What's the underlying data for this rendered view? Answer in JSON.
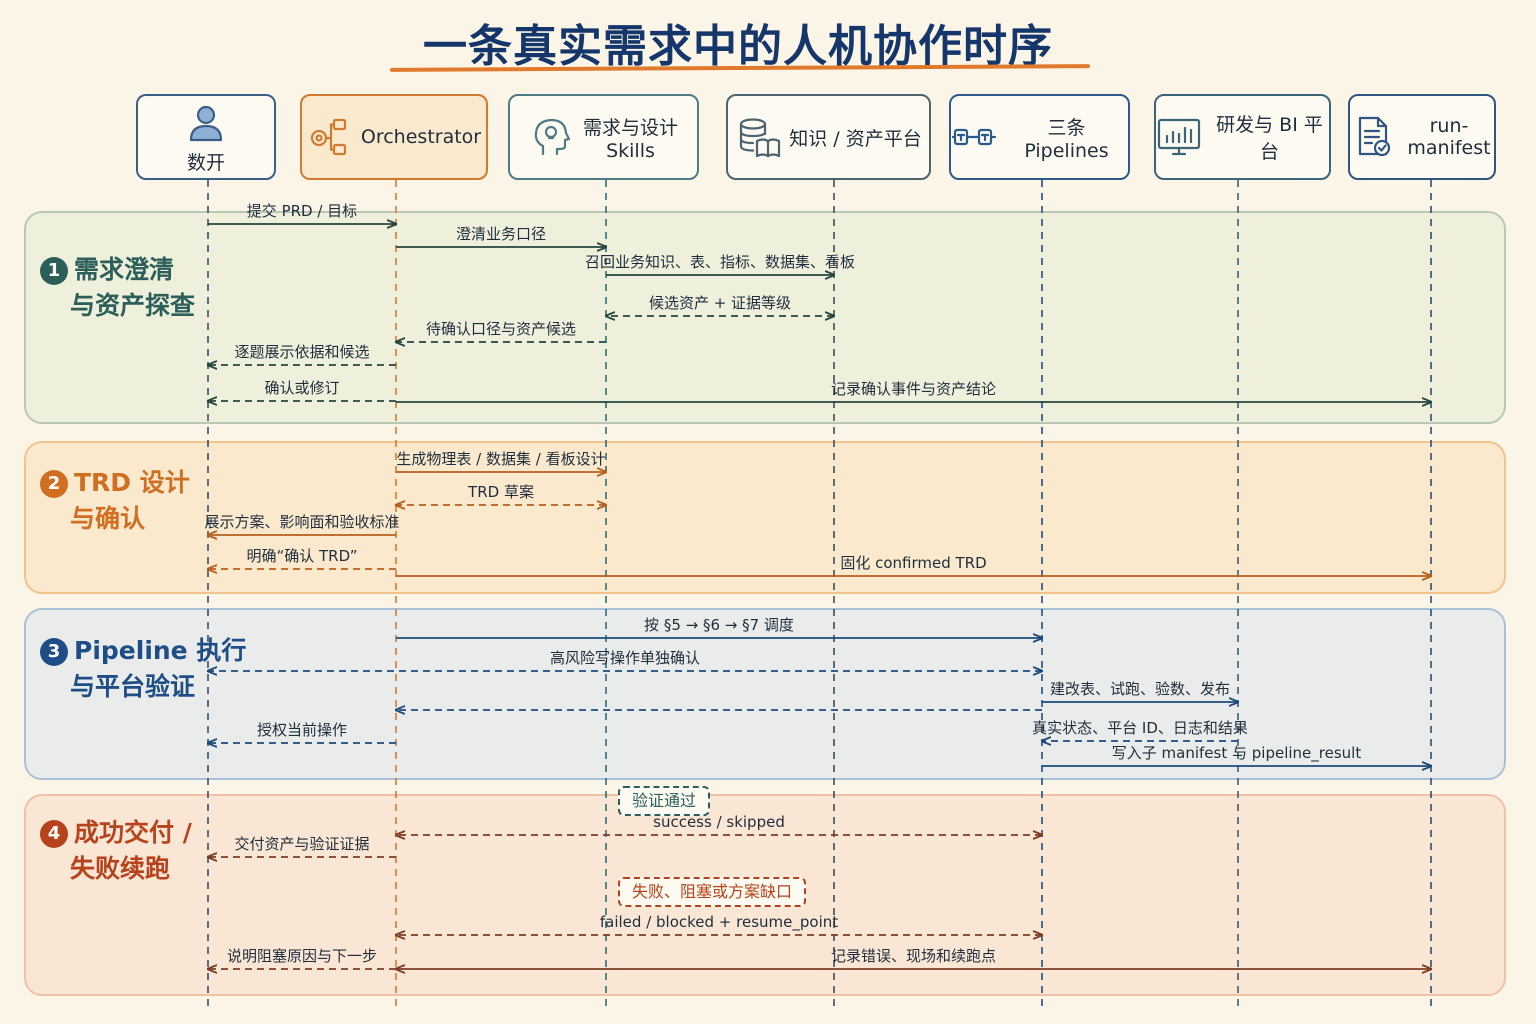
{
  "title": "一条真实需求中的人机协作时序",
  "actors": [
    {
      "name": "数开",
      "icon": "user-icon"
    },
    {
      "name": "Orchestrator",
      "icon": "workflow-gear-icon"
    },
    {
      "name": "需求与设计 Skills",
      "icon": "head-lightbulb-icon"
    },
    {
      "name": "知识 / 资产平台",
      "icon": "database-book-icon"
    },
    {
      "name": "三条 Pipelines",
      "icon": "pipeline-icon"
    },
    {
      "name": "研发与 BI 平台",
      "icon": "monitor-chart-icon"
    },
    {
      "name": "run-manifest",
      "icon": "document-check-icon"
    }
  ],
  "phases": [
    {
      "num": "1",
      "title": "需求澄清\n与资产探查",
      "color": "#2c5f5a",
      "bg": "#eef0dc",
      "border": "#b9c7b4"
    },
    {
      "num": "2",
      "title": "TRD 设计\n与确认",
      "color": "#d06e22",
      "bg": "#fbe9cd",
      "border": "#f0c48b"
    },
    {
      "num": "3",
      "title": "Pipeline 执行\n与平台验证",
      "color": "#1f4e86",
      "bg": "#e9ecea",
      "border": "#a9c1d8"
    },
    {
      "num": "4",
      "title": "成功交付 /\n失败续跑",
      "color": "#b6431c",
      "bg": "#fae6d4",
      "border": "#efc1a6"
    }
  ],
  "messages": [
    {
      "label": "提交 PRD / 目标",
      "from": 0,
      "to": 1,
      "style": "solid"
    },
    {
      "label": "澄清业务口径",
      "from": 1,
      "to": 2,
      "style": "solid"
    },
    {
      "label": "召回业务知识、表、指标、数据集、看板",
      "from": 2,
      "to": 3,
      "style": "solid"
    },
    {
      "label": "候选资产 + 证据等级",
      "from": 3,
      "to": 2,
      "style": "dashed",
      "both": true
    },
    {
      "label": "待确认口径与资产候选",
      "from": 2,
      "to": 1,
      "style": "dashed"
    },
    {
      "label": "逐题展示依据和候选",
      "from": 1,
      "to": 0,
      "style": "dashed"
    },
    {
      "label": "确认或修订",
      "from": 1,
      "to": 0,
      "style": "dashed"
    },
    {
      "label": "记录确认事件与资产结论",
      "from": 1,
      "to": 6,
      "style": "solid"
    },
    {
      "label": "生成物理表 / 数据集 / 看板设计",
      "from": 1,
      "to": 2,
      "style": "solid"
    },
    {
      "label": "TRD 草案",
      "from": 2,
      "to": 1,
      "style": "dashed",
      "both": true
    },
    {
      "label": "展示方案、影响面和验收标准",
      "from": 1,
      "to": 0,
      "style": "solid"
    },
    {
      "label": "明确“确认 TRD”",
      "from": 1,
      "to": 0,
      "style": "dashed"
    },
    {
      "label": "固化 confirmed TRD",
      "from": 1,
      "to": 6,
      "style": "solid"
    },
    {
      "label": "按 §5 → §6 → §7 调度",
      "from": 1,
      "to": 4,
      "style": "solid"
    },
    {
      "label": "高风险写操作单独确认",
      "from": 4,
      "to": 0,
      "style": "dashed",
      "both": true
    },
    {
      "label": "建改表、试跑、验数、发布",
      "from": 4,
      "to": 5,
      "style": "solid"
    },
    {
      "label": "",
      "from": 4,
      "to": 1,
      "style": "dashed"
    },
    {
      "label": "真实状态、平台 ID、日志和结果",
      "from": 5,
      "to": 4,
      "style": "dashed"
    },
    {
      "label": "授权当前操作",
      "from": 1,
      "to": 0,
      "style": "dashed"
    },
    {
      "label": "写入子 manifest 与 pipeline_result",
      "from": 4,
      "to": 6,
      "style": "solid"
    },
    {
      "label": "success / skipped",
      "from": 4,
      "to": 1,
      "style": "dashed",
      "both": true
    },
    {
      "label": "交付资产与验证证据",
      "from": 1,
      "to": 0,
      "style": "dashed"
    },
    {
      "label": "failed / blocked + resume_point",
      "from": 4,
      "to": 1,
      "style": "dashed",
      "both": true
    },
    {
      "label": "说明阻塞原因与下一步",
      "from": 1,
      "to": 0,
      "style": "dashed"
    },
    {
      "label": "记录错误、现场和续跑点",
      "from": 1,
      "to": 6,
      "style": "solid",
      "both": true
    }
  ],
  "notes": [
    {
      "label": "验证通过",
      "color": "#2c5f5a"
    },
    {
      "label": "失败、阻塞或方案缺口",
      "color": "#b6431c"
    }
  ]
}
